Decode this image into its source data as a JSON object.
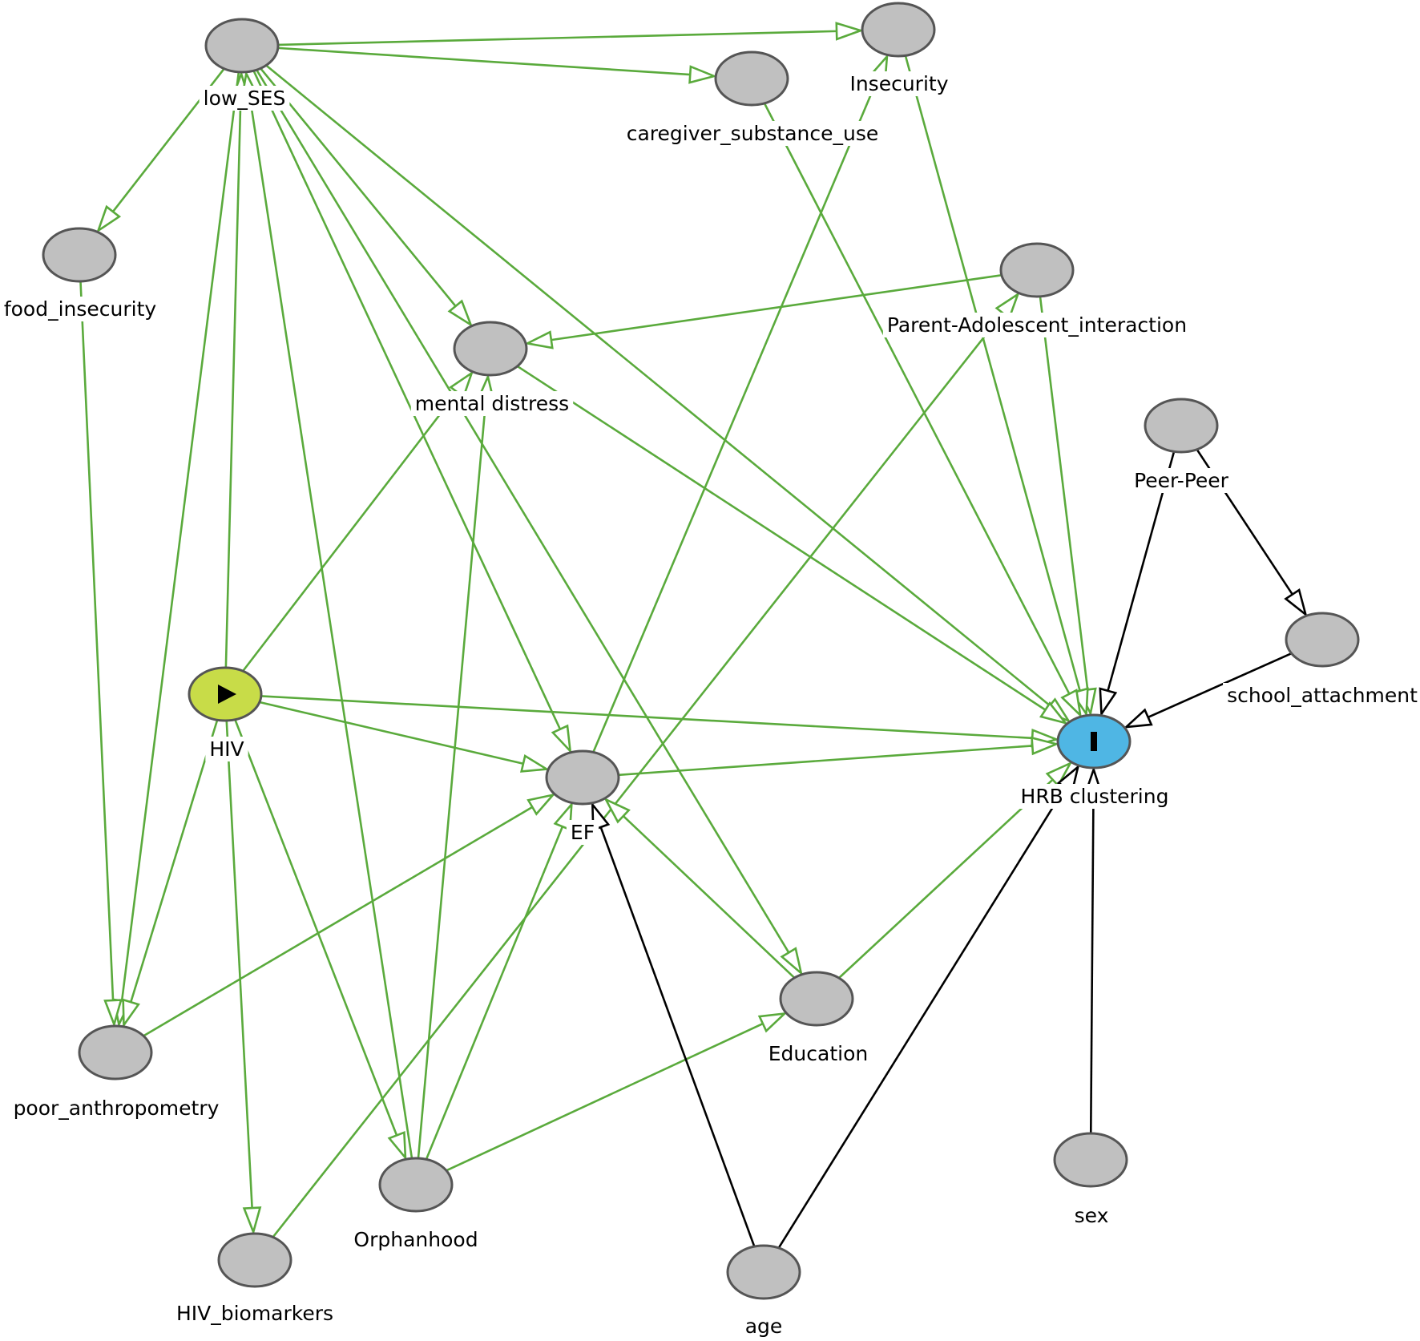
{
  "colors": {
    "causal_path": "#5aaa3c",
    "other_path": "#000000",
    "node_default": "#c0c0c0",
    "node_exposure": "#c8dc48",
    "node_outcome": "#4fb6e4"
  },
  "nodes": [
    {
      "id": "low_SES",
      "label": "low_SES",
      "kind": "default"
    },
    {
      "id": "Insecurity",
      "label": "Insecurity",
      "kind": "default"
    },
    {
      "id": "caregiver_substance_use",
      "label": "caregiver_substance_use",
      "kind": "default"
    },
    {
      "id": "food_insecurity",
      "label": "food_insecurity",
      "kind": "default"
    },
    {
      "id": "Parent_Adolescent_interaction",
      "label": "Parent-Adolescent_interaction",
      "kind": "default"
    },
    {
      "id": "mental_distress",
      "label": "mental distress",
      "kind": "default"
    },
    {
      "id": "Peer_Peer",
      "label": "Peer-Peer",
      "kind": "default"
    },
    {
      "id": "school_attachment",
      "label": "school_attachment",
      "kind": "default"
    },
    {
      "id": "HIV",
      "label": "HIV",
      "kind": "exposure",
      "icon": "play-icon"
    },
    {
      "id": "EF",
      "label": "EF",
      "kind": "default"
    },
    {
      "id": "HRB_clustering",
      "label": "HRB clustering",
      "kind": "outcome",
      "icon": "outcome-bar-icon"
    },
    {
      "id": "Education",
      "label": "Education",
      "kind": "default"
    },
    {
      "id": "poor_anthropometry",
      "label": "poor_anthropometry",
      "kind": "default"
    },
    {
      "id": "Orphanhood",
      "label": "Orphanhood",
      "kind": "default"
    },
    {
      "id": "sex",
      "label": "sex",
      "kind": "default"
    },
    {
      "id": "HIV_biomarkers",
      "label": "HIV_biomarkers",
      "kind": "default"
    },
    {
      "id": "age",
      "label": "age",
      "kind": "default"
    }
  ],
  "edges": [
    {
      "from": "low_SES",
      "to": "Insecurity",
      "path": "causal"
    },
    {
      "from": "low_SES",
      "to": "caregiver_substance_use",
      "path": "causal"
    },
    {
      "from": "low_SES",
      "to": "food_insecurity",
      "path": "causal"
    },
    {
      "from": "low_SES",
      "to": "mental_distress",
      "path": "causal"
    },
    {
      "from": "low_SES",
      "to": "HRB_clustering",
      "path": "causal"
    },
    {
      "from": "low_SES",
      "to": "EF",
      "path": "causal"
    },
    {
      "from": "low_SES",
      "to": "Education",
      "path": "causal"
    },
    {
      "from": "low_SES",
      "to": "poor_anthropometry",
      "path": "causal"
    },
    {
      "from": "HIV",
      "to": "low_SES",
      "path": "causal"
    },
    {
      "from": "Orphanhood",
      "to": "low_SES",
      "path": "causal"
    },
    {
      "from": "HIV",
      "to": "HRB_clustering",
      "path": "causal"
    },
    {
      "from": "HIV",
      "to": "EF",
      "path": "causal"
    },
    {
      "from": "HIV",
      "to": "mental_distress",
      "path": "causal"
    },
    {
      "from": "HIV",
      "to": "poor_anthropometry",
      "path": "causal"
    },
    {
      "from": "HIV",
      "to": "HIV_biomarkers",
      "path": "causal"
    },
    {
      "from": "HIV",
      "to": "Orphanhood",
      "path": "causal"
    },
    {
      "from": "food_insecurity",
      "to": "poor_anthropometry",
      "path": "causal"
    },
    {
      "from": "Parent_Adolescent_interaction",
      "to": "mental_distress",
      "path": "causal"
    },
    {
      "from": "Parent_Adolescent_interaction",
      "to": "HRB_clustering",
      "path": "causal"
    },
    {
      "from": "HIV_biomarkers",
      "to": "Parent_Adolescent_interaction",
      "path": "causal"
    },
    {
      "from": "mental_distress",
      "to": "HRB_clustering",
      "path": "causal"
    },
    {
      "from": "Orphanhood",
      "to": "mental_distress",
      "path": "causal"
    },
    {
      "from": "Insecurity",
      "to": "HRB_clustering",
      "path": "causal"
    },
    {
      "from": "EF",
      "to": "Insecurity",
      "path": "causal"
    },
    {
      "from": "caregiver_substance_use",
      "to": "HRB_clustering",
      "path": "causal"
    },
    {
      "from": "EF",
      "to": "HRB_clustering",
      "path": "causal"
    },
    {
      "from": "Education",
      "to": "HRB_clustering",
      "path": "causal"
    },
    {
      "from": "Education",
      "to": "EF",
      "path": "causal"
    },
    {
      "from": "poor_anthropometry",
      "to": "EF",
      "path": "causal"
    },
    {
      "from": "Orphanhood",
      "to": "EF",
      "path": "causal"
    },
    {
      "from": "Orphanhood",
      "to": "Education",
      "path": "causal"
    },
    {
      "from": "age",
      "to": "EF",
      "path": "other"
    },
    {
      "from": "age",
      "to": "HRB_clustering",
      "path": "other"
    },
    {
      "from": "sex",
      "to": "HRB_clustering",
      "path": "other"
    },
    {
      "from": "Peer_Peer",
      "to": "HRB_clustering",
      "path": "other"
    },
    {
      "from": "Peer_Peer",
      "to": "school_attachment",
      "path": "other"
    },
    {
      "from": "school_attachment",
      "to": "HRB_clustering",
      "path": "other"
    }
  ]
}
